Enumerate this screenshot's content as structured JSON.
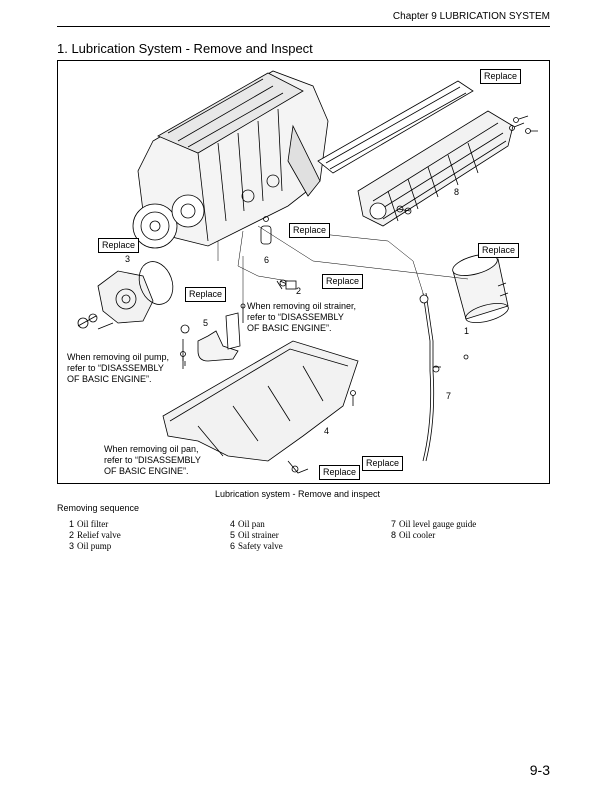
{
  "header": {
    "chapter": "Chapter 9  LUBRICATION SYSTEM"
  },
  "section_title": "1. Lubrication System - Remove and Inspect",
  "figure": {
    "replace_label": "Replace",
    "numbers": [
      "1",
      "2",
      "3",
      "4",
      "5",
      "6",
      "7",
      "8"
    ],
    "notes": {
      "oil_strainer": "When removing oil strainer,\nrefer to “DISASSEMBLY\nOF BASIC ENGINE”.",
      "oil_pump": "When removing oil pump,\nrefer to “DISASSEMBLY\nOF BASIC ENGINE”.",
      "oil_pan": "When removing oil pan,\nrefer to “DISASSEMBLY\nOF BASIC ENGINE”."
    },
    "caption": "Lubrication system - Remove and inspect"
  },
  "sequence_title": "Removing sequence",
  "parts": [
    {
      "num": "1",
      "name": "Oil filter"
    },
    {
      "num": "2",
      "name": "Relief valve"
    },
    {
      "num": "3",
      "name": "Oil pump"
    },
    {
      "num": "4",
      "name": "Oil pan"
    },
    {
      "num": "5",
      "name": "Oil strainer"
    },
    {
      "num": "6",
      "name": "Safety valve"
    },
    {
      "num": "7",
      "name": "Oil level gauge guide"
    },
    {
      "num": "8",
      "name": "Oil cooler"
    }
  ],
  "page_number": "9-3"
}
